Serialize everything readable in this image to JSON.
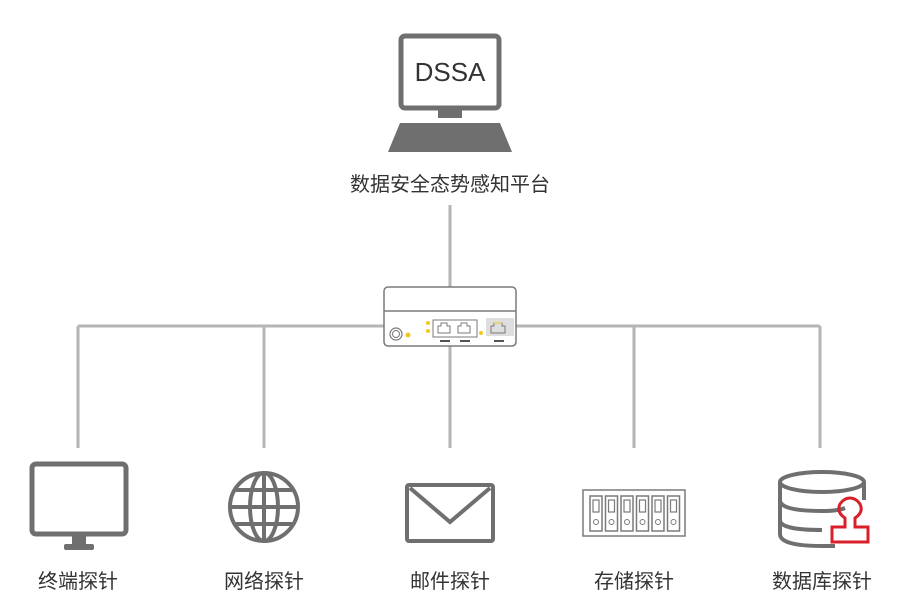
{
  "platform": {
    "screen_text": "DSSA",
    "label": "数据安全态势感知平台"
  },
  "probes": [
    {
      "label": "终端探针",
      "icon": "monitor-icon"
    },
    {
      "label": "网络探针",
      "icon": "globe-icon"
    },
    {
      "label": "邮件探针",
      "icon": "envelope-icon"
    },
    {
      "label": "存储探针",
      "icon": "storage-icon"
    },
    {
      "label": "数据库探针",
      "icon": "database-stamp-icon"
    }
  ],
  "colors": {
    "icon": "#6f6f6f",
    "line": "#b5b5b5",
    "led": "#f2c81e",
    "accent": "#d9202a"
  }
}
